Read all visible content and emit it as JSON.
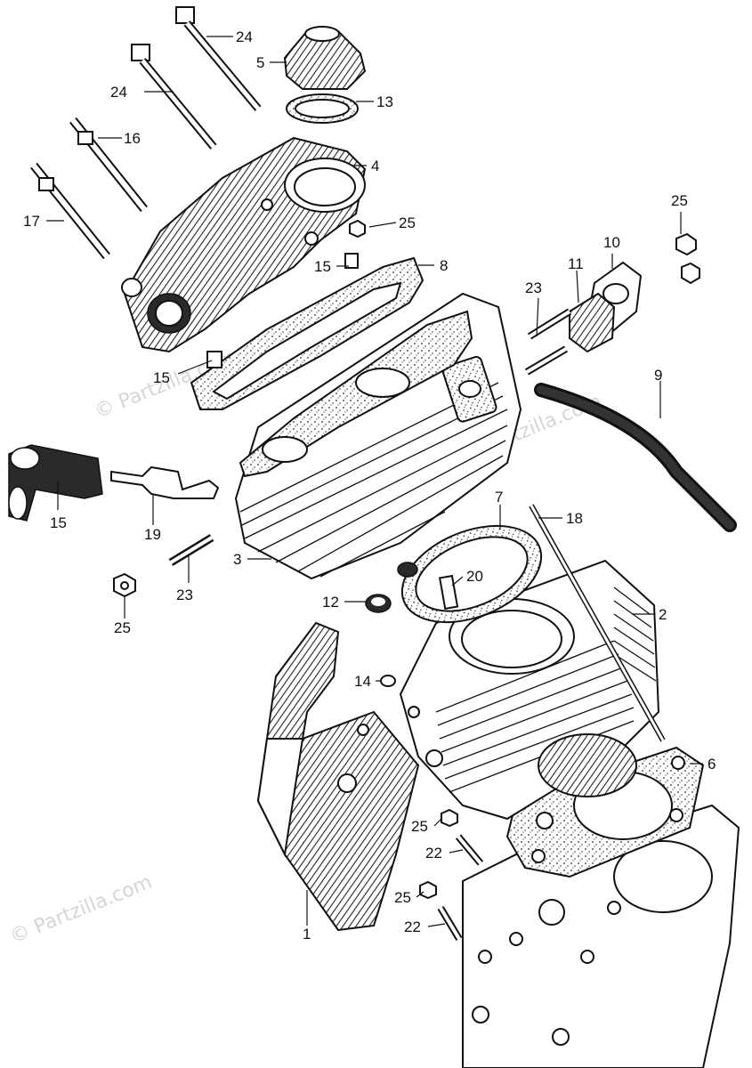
{
  "watermark": "© Partzilla.com",
  "parts": [
    {
      "id": "p1",
      "number": "1"
    },
    {
      "id": "p2",
      "number": "2"
    },
    {
      "id": "p3",
      "number": "3"
    },
    {
      "id": "p4",
      "number": "4"
    },
    {
      "id": "p5",
      "number": "5"
    },
    {
      "id": "p6",
      "number": "6"
    },
    {
      "id": "p7",
      "number": "7"
    },
    {
      "id": "p8",
      "number": "8"
    },
    {
      "id": "p9",
      "number": "9"
    },
    {
      "id": "p10",
      "number": "10"
    },
    {
      "id": "p11",
      "number": "11"
    },
    {
      "id": "p12",
      "number": "12"
    },
    {
      "id": "p13",
      "number": "13"
    },
    {
      "id": "p14",
      "number": "14"
    },
    {
      "id": "p15a",
      "number": "15"
    },
    {
      "id": "p15b",
      "number": "15"
    },
    {
      "id": "p16",
      "number": "16"
    },
    {
      "id": "p17",
      "number": "17"
    },
    {
      "id": "p18",
      "number": "18"
    },
    {
      "id": "p19",
      "number": "19"
    },
    {
      "id": "p20",
      "number": "20"
    },
    {
      "id": "p21",
      "number": "21"
    },
    {
      "id": "p22a",
      "number": "22"
    },
    {
      "id": "p22b",
      "number": "22"
    },
    {
      "id": "p23a",
      "number": "23"
    },
    {
      "id": "p23b",
      "number": "23"
    },
    {
      "id": "p24a",
      "number": "24"
    },
    {
      "id": "p24b",
      "number": "24"
    },
    {
      "id": "p25a",
      "number": "25"
    },
    {
      "id": "p25b",
      "number": "25"
    },
    {
      "id": "p25c",
      "number": "25"
    },
    {
      "id": "p25d",
      "number": "25"
    },
    {
      "id": "p25e",
      "number": "25"
    }
  ]
}
